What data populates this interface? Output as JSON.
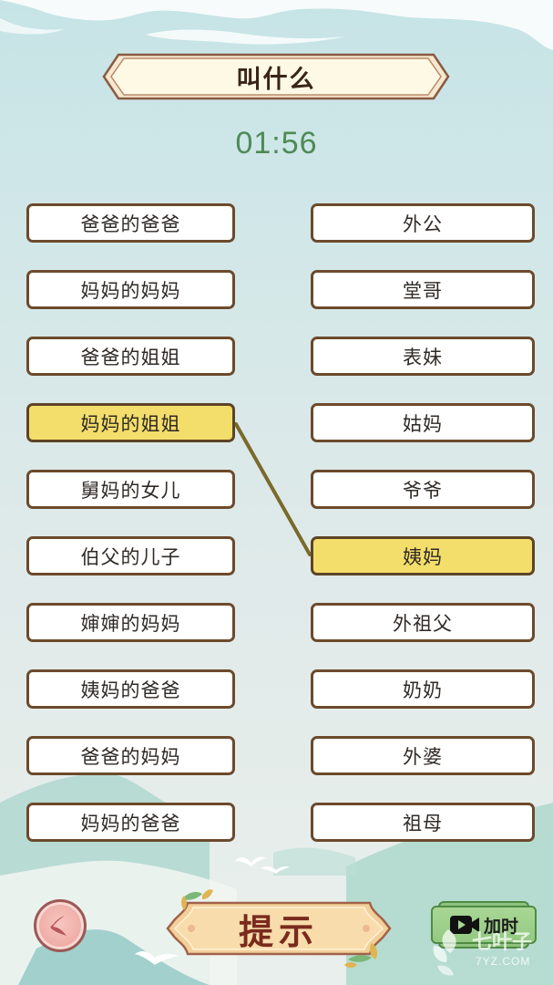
{
  "header": {
    "title": "叫什么",
    "timer": "01:56"
  },
  "left_column": {
    "items": [
      {
        "label": "爸爸的爸爸",
        "selected": false
      },
      {
        "label": "妈妈的妈妈",
        "selected": false
      },
      {
        "label": "爸爸的姐姐",
        "selected": false
      },
      {
        "label": "妈妈的姐姐",
        "selected": true
      },
      {
        "label": "舅妈的女儿",
        "selected": false
      },
      {
        "label": "伯父的儿子",
        "selected": false
      },
      {
        "label": "婶婶的妈妈",
        "selected": false
      },
      {
        "label": "姨妈的爸爸",
        "selected": false
      },
      {
        "label": "爸爸的妈妈",
        "selected": false
      },
      {
        "label": "妈妈的爸爸",
        "selected": false
      }
    ]
  },
  "right_column": {
    "items": [
      {
        "label": "外公",
        "selected": false
      },
      {
        "label": "堂哥",
        "selected": false
      },
      {
        "label": "表妹",
        "selected": false
      },
      {
        "label": "姑妈",
        "selected": false
      },
      {
        "label": "爷爷",
        "selected": false
      },
      {
        "label": "姨妈",
        "selected": true
      },
      {
        "label": "外祖父",
        "selected": false
      },
      {
        "label": "奶奶",
        "selected": false
      },
      {
        "label": "外婆",
        "selected": false
      },
      {
        "label": "祖母",
        "selected": false
      }
    ]
  },
  "connections": [
    {
      "from_left_index": 3,
      "to_right_index": 5,
      "color": "#7a6a2a"
    }
  ],
  "footer": {
    "back_icon": "back-arrow-icon",
    "hint_label": "提示",
    "add_time_label": "加时",
    "add_time_icon": "video-camera-icon"
  },
  "watermark": {
    "text": "七叶子",
    "sub": "7YZ.COM"
  },
  "colors": {
    "card_border": "#6c4a2c",
    "card_selected": "#f4de6b",
    "timer": "#4f8a56",
    "hint_text": "#7a2a1c",
    "add_time_bg": "#a9d795"
  }
}
